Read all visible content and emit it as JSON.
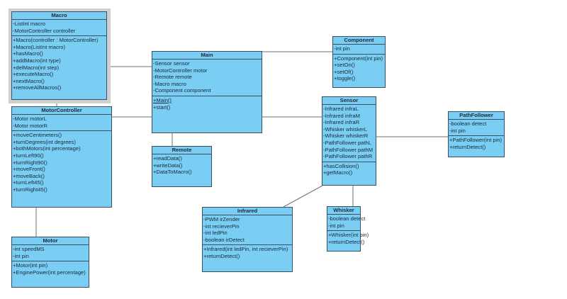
{
  "classes": [
    {
      "id": "macro",
      "name": "Macro",
      "selected": true,
      "attributes": [
        "-ListInt macro",
        "-MotorController controller"
      ],
      "operations": [
        "+Macro(controller : MotorController)",
        "+Macro(ListInt macro)",
        "+hasMacro()",
        "+addMacro(int type)",
        "+delMacro(int step)",
        "+executeMacro()",
        "+nextMacro()",
        "+removeAllMacros()"
      ]
    },
    {
      "id": "main",
      "name": "Main",
      "attributes": [
        "-Sensor sensor",
        "-MotorController motor",
        "-Remote remote",
        "-Macro macro",
        "-Component component"
      ],
      "operations": [
        "+Main()",
        "+start()"
      ],
      "static_operations": [
        "+Main()"
      ]
    },
    {
      "id": "component",
      "name": "Component",
      "attributes": [
        "-int pin"
      ],
      "operations": [
        "+Component(int pin)",
        "+setOn()",
        "+setOf()",
        "+toggle()"
      ]
    },
    {
      "id": "sensor",
      "name": "Sensor",
      "attributes": [
        "-Infrared infraL",
        "-Infrared infraM",
        "-Infrared infraR",
        "-Whisker whiskerL",
        "-Whisker whiskerR",
        "-PathFollower pathL",
        "-PathFollower pathM",
        "-PathFollower pathR"
      ],
      "operations": [
        "+hasCollision()",
        "+getMacro()"
      ]
    },
    {
      "id": "pathfollower",
      "name": "PathFollower",
      "attributes": [
        "-boolean detect",
        "-int pin"
      ],
      "operations": [
        "+PathFollower(int pin)",
        "+returnDetect()"
      ]
    },
    {
      "id": "motorcontroller",
      "name": "MotorController",
      "attributes": [
        "-Motor motorL",
        "-Motor motorR"
      ],
      "operations": [
        "+moveCentimeters()",
        "+turnDegrees(int degrees)",
        "+bothMotors(int percentage)",
        "+turnLeft90()",
        "+turnRight90()",
        "+moveFront()",
        "+moveBack()",
        "+turnLeft45()",
        "+turnRight45()"
      ]
    },
    {
      "id": "remote",
      "name": "Remote",
      "attributes": [],
      "operations": [
        "+readData()",
        "+writeData()",
        "+DataToMacro()"
      ]
    },
    {
      "id": "infrared",
      "name": "Infrared",
      "attributes": [
        "-PWM irZender",
        "-int recieverPin",
        "-int ledPin",
        "-boolean irDetect"
      ],
      "operations": [
        "+Infrared(int ledPin, int recieverPin)",
        "+returnDetect()"
      ]
    },
    {
      "id": "whisker",
      "name": "Whisker",
      "attributes": [
        "-boolean detect",
        "-int pin"
      ],
      "operations": [
        "+Whisker(int pin)",
        "+returnDetect()"
      ]
    },
    {
      "id": "motor",
      "name": "Motor",
      "attributes": [
        "-int speedMS",
        "-int pin"
      ],
      "operations": [
        "+Motor(int pin)",
        "+EnginePower(int percentage)"
      ]
    }
  ],
  "associations": [
    [
      "macro",
      "main"
    ],
    [
      "macro",
      "motorcontroller"
    ],
    [
      "main",
      "component"
    ],
    [
      "motorcontroller",
      "main"
    ],
    [
      "main",
      "sensor"
    ],
    [
      "main",
      "remote"
    ],
    [
      "sensor",
      "pathfollower"
    ],
    [
      "sensor",
      "infrared"
    ],
    [
      "sensor",
      "whisker"
    ],
    [
      "motorcontroller",
      "motor"
    ]
  ],
  "colors": {
    "class_fill": "#7acdf3",
    "border": "#3c5064",
    "line": "#707070",
    "selection": "#d0d0d0"
  }
}
